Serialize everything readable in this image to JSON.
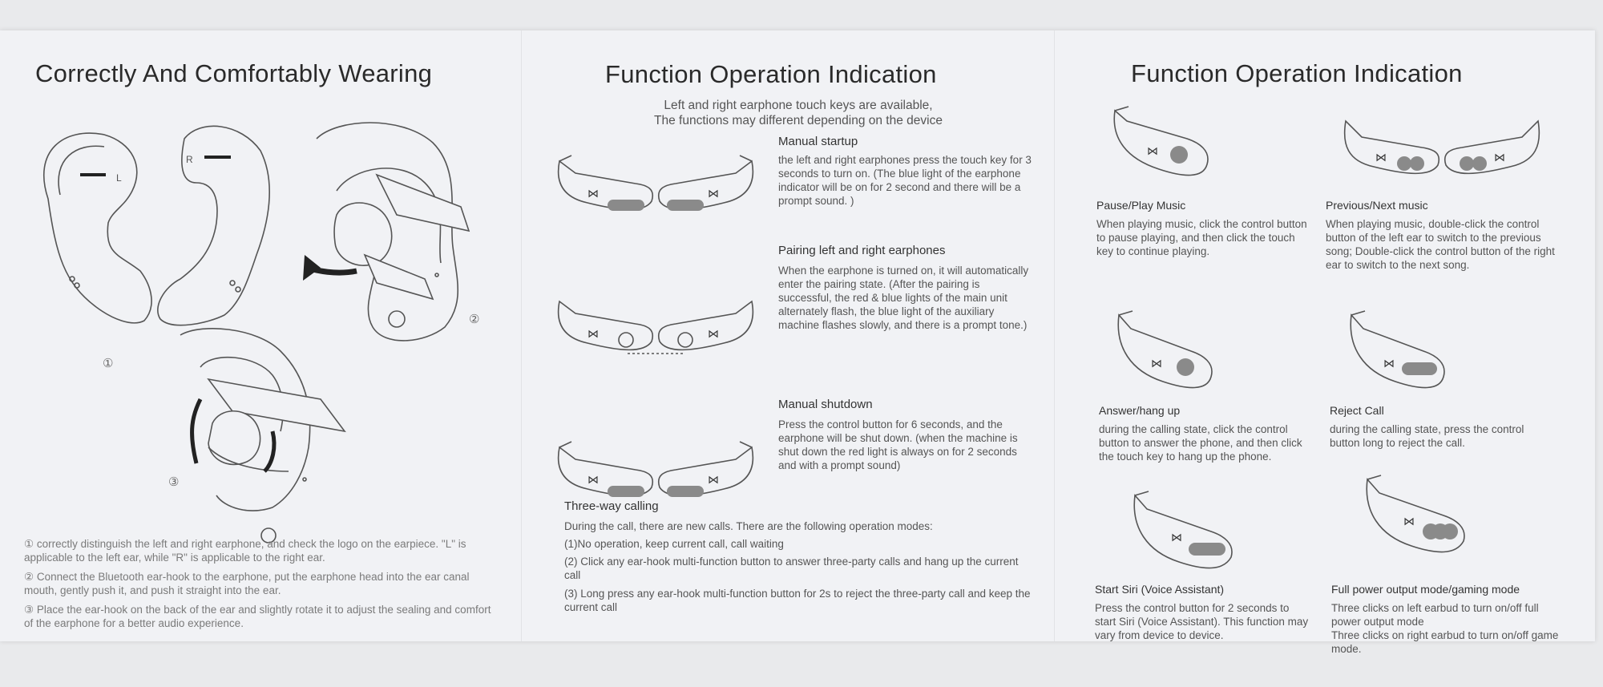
{
  "panel1": {
    "title": "Correctly And Comfortably Wearing",
    "fig_labels": [
      "L",
      "R",
      "①",
      "②",
      "③"
    ],
    "notes": [
      "① correctly distinguish the left and right earphone, and check the logo on the earpiece. \"L\" is applicable to the left ear, while \"R\" is applicable to the right ear.",
      "② Connect the Bluetooth ear-hook to the earphone, put the earphone head into the ear canal mouth, gently push it, and push it straight into the ear.",
      "③ Place the ear-hook on the back of the ear and slightly rotate it to adjust the sealing and comfort of the earphone for a better audio experience."
    ]
  },
  "panel2": {
    "title": "Function Operation Indication",
    "subtitle_line1": "Left and right earphone touch keys are available,",
    "subtitle_line2": "The functions may different depending on the device",
    "sections": [
      {
        "heading": "Manual startup",
        "body": "the left and right earphones press the touch key for 3 seconds to turn on. (The blue light of the earphone indicator will be on for 2 second and there will be a prompt sound. )"
      },
      {
        "heading": "Pairing left and right earphones",
        "body": "When the earphone is turned on, it will automatically enter the pairing state. (After the pairing is successful, the red & blue lights of the main unit alternately flash, the blue light of the auxiliary machine flashes slowly, and there is a prompt tone.)"
      },
      {
        "heading": "Manual shutdown",
        "body": "Press the control button for 6 seconds, and the earphone will be shut down. (when the machine is shut down the red light is always on for 2 seconds and with a prompt sound)"
      }
    ],
    "three_way": {
      "heading": "Three-way calling",
      "lines": [
        "During the call, there are new calls. There are the following operation modes:",
        "(1)No operation, keep current call, call waiting",
        "(2) Click any ear-hook multi-function button to answer three-party calls and hang up the current call",
        "(3) Long press any ear-hook multi-function button for 2s to reject the three-party call and keep the current call"
      ]
    }
  },
  "panel3": {
    "title": "Function Operation Indication",
    "items": [
      {
        "heading": "Pause/Play Music",
        "body": "When playing music, click the control button to pause playing, and then click the touch key to continue playing."
      },
      {
        "heading": "Previous/Next music",
        "body": "When playing music, double-click the control button of the left ear to switch to the previous song; Double-click the control button of the right ear to switch to the next song."
      },
      {
        "heading": "Answer/hang up",
        "body": "during the calling state, click the control button to answer the phone, and then click the touch key to hang up the phone."
      },
      {
        "heading": "Reject Call",
        "body": "during the calling state, press the control button long to reject the call."
      },
      {
        "heading": "Start Siri (Voice Assistant)",
        "body": "Press the control button for 2 seconds to start Siri (Voice Assistant). This function may vary from device to device."
      },
      {
        "heading": "Full power output mode/gaming mode",
        "body_line1": "Three clicks on left earbud to turn on/off full power output mode",
        "body_line2": "Three clicks on right earbud to turn on/off game mode."
      }
    ]
  },
  "colors": {
    "paper": "#f1f2f5",
    "ink": "#444444",
    "button": "#8a8a8a"
  }
}
